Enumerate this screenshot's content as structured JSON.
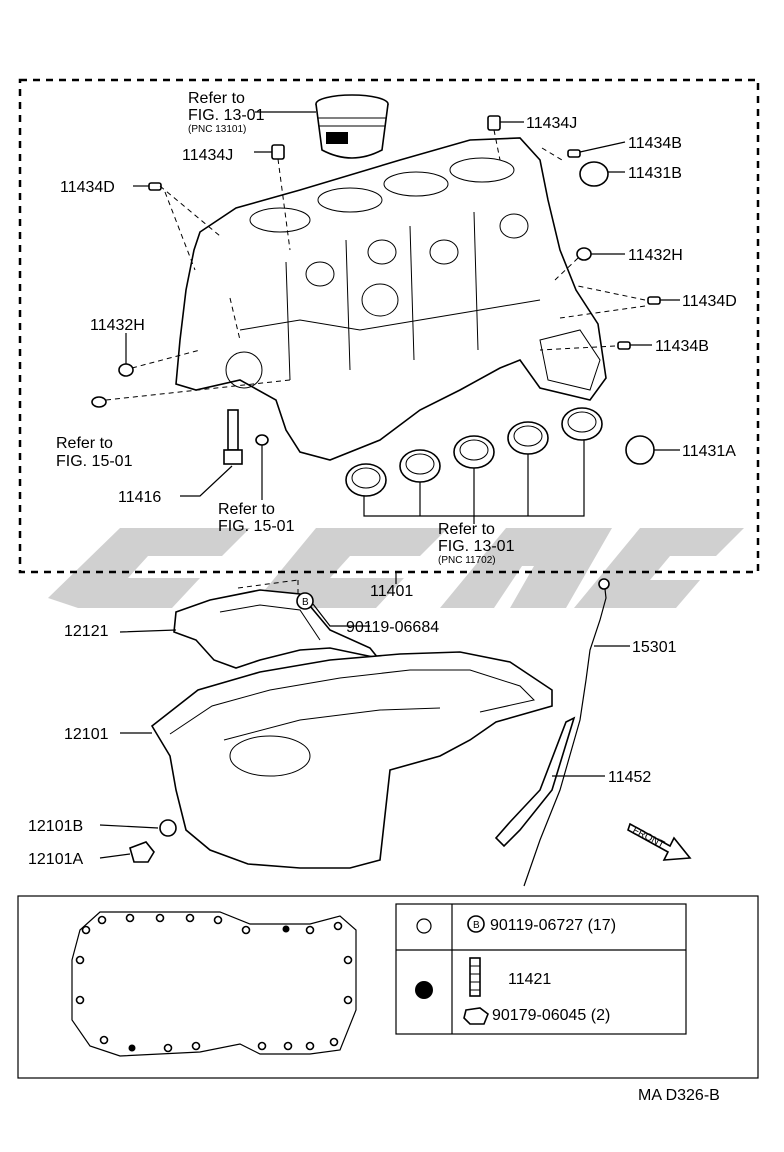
{
  "labels": {
    "refer_piston": "Refer to",
    "refer_piston_fig": "FIG. 13-01",
    "refer_piston_pnc": "(PNC 13101)",
    "p11434J_top": "11434J",
    "p11434J_left": "11434J",
    "p11434B_top": "11434B",
    "p11431B": "11431B",
    "p11434D_left": "11434D",
    "p11432H_right": "11432H",
    "p11434D_right": "11434D",
    "p11432H_left": "11432H",
    "p11434B_mid": "11434B",
    "refer_left": "Refer to",
    "refer_left_fig": "FIG. 15-01",
    "p11431A": "11431A",
    "p11416": "11416",
    "refer_mid": "Refer to",
    "refer_mid_fig": "FIG. 15-01",
    "refer_bear": "Refer to",
    "refer_bear_fig": "FIG. 13-01",
    "refer_bear_pnc": "(PNC 11702)",
    "p11401": "11401",
    "p12121": "12121",
    "p90119_06684": "90119-06684",
    "p15301": "15301",
    "p12101": "12101",
    "p11452": "11452",
    "p12101B": "12101B",
    "p12101A": "12101A",
    "front": "FRONT",
    "legend_b1": "90119-06727 (17)",
    "legend_stud": "11421",
    "legend_nut": "90179-06045 (2)",
    "bolt_letter": "B",
    "code": "MA D326-B"
  }
}
